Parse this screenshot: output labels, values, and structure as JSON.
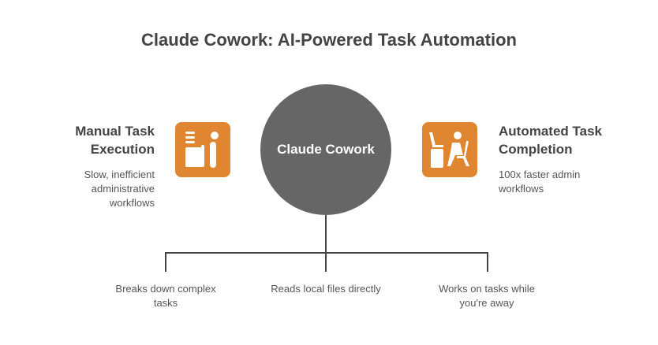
{
  "title": "Claude Cowork: AI-Powered Task Automation",
  "center": "Claude Cowork",
  "left": {
    "heading_1": "Manual Task",
    "heading_2": "Execution",
    "desc_1": "Slow, inefficient",
    "desc_2": "administrative",
    "desc_3": "workflows",
    "icon": "person-at-desk-manual-icon"
  },
  "right": {
    "heading_1": "Automated Task",
    "heading_2": "Completion",
    "desc_1": "100x faster admin",
    "desc_2": "workflows",
    "icon": "person-at-laptop-icon"
  },
  "branches": [
    {
      "l1": "Breaks down complex",
      "l2": "tasks"
    },
    {
      "l1": "Reads local files directly",
      "l2": ""
    },
    {
      "l1": "Works on tasks while",
      "l2": "you're away"
    }
  ],
  "colors": {
    "accent": "#e08530",
    "circle": "#666666"
  }
}
